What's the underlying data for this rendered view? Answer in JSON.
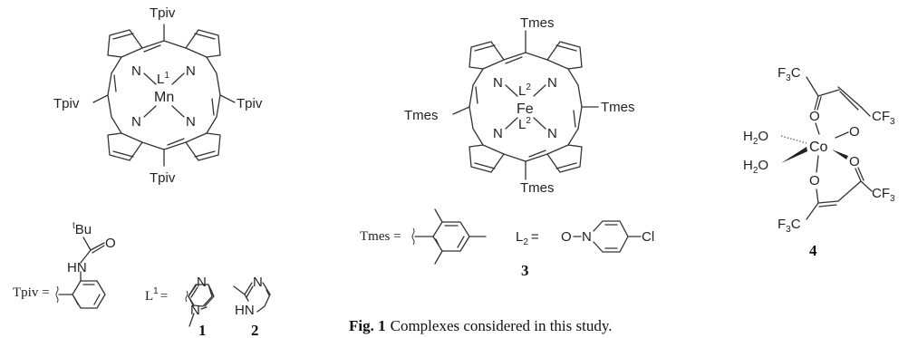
{
  "figure": {
    "caption_label": "Fig. 1",
    "caption_text": "Complexes considered in this study."
  },
  "mn_porphyrin": {
    "meso_substituents": [
      "Tpiv",
      "Tpiv",
      "Tpiv",
      "Tpiv"
    ],
    "metal": "Mn",
    "axial_ligand": "L",
    "axial_ligand_sup": "1",
    "nitrogen": "N"
  },
  "fe_porphyrin": {
    "meso_substituents": [
      "Tmes",
      "Tmes",
      "Tmes",
      "Tmes"
    ],
    "metal": "Fe",
    "axial_ligand": "L",
    "axial_ligand_sup": "2",
    "nitrogen": "N"
  },
  "tpiv_definition": {
    "label": "Tpiv =",
    "tbu_prefix": "t",
    "tbu": "Bu",
    "carbonyl_o": "O",
    "nh": "HN"
  },
  "l1_definition": {
    "label": "L",
    "sup": "1",
    "equals": "=",
    "n_top": "N",
    "n_bottom": "N"
  },
  "ligand_2": {
    "n_top": "N",
    "nh": "HN"
  },
  "tmes_definition": {
    "label": "Tmes ="
  },
  "l2_definition": {
    "label": "L",
    "sub": "2",
    "equals": "=",
    "o": "O",
    "n": "N",
    "cl": "Cl"
  },
  "co_complex": {
    "metal": "Co",
    "water": [
      "H",
      "2",
      "O"
    ],
    "oxygen": "O",
    "cf3": [
      "CF",
      "3"
    ],
    "f3c": [
      "F",
      "3",
      "C"
    ]
  },
  "compound_numbers": [
    "1",
    "2",
    "3",
    "4"
  ]
}
